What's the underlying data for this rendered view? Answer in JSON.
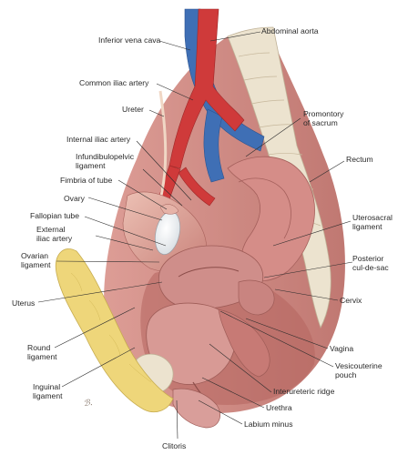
{
  "labels": {
    "inferior_vena_cava": "Inferior vena cava",
    "abdominal_aorta": "Abdominal aorta",
    "common_iliac_artery": "Common iliac artery",
    "ureter": "Ureter",
    "promontory_line1": "Promontory",
    "promontory_line2": "of sacrum",
    "internal_iliac_artery": "Internal iliac artery",
    "infundibulopelvic_line1": "Infundibulopelvic",
    "infundibulopelvic_line2": "ligament",
    "rectum": "Rectum",
    "fimbria_of_tube": "Fimbria of tube",
    "ovary": "Ovary",
    "fallopian_tube": "Fallopian tube",
    "external_iliac_line1": "External",
    "external_iliac_line2": "iliac artery",
    "uterosacral_line1": "Uterosacral",
    "uterosacral_line2": "ligament",
    "ovarian_line1": "Ovarian",
    "ovarian_line2": "ligament",
    "posterior_cds_line1": "Posterior",
    "posterior_cds_line2": "cul-de-sac",
    "uterus": "Uterus",
    "cervix": "Cervix",
    "vagina": "Vagina",
    "round_line1": "Round",
    "round_line2": "ligament",
    "vesicouterine_line1": "Vesicouterine",
    "vesicouterine_line2": "pouch",
    "inguinal_line1": "Inguinal",
    "inguinal_line2": "ligament",
    "interureteric_ridge": "Interureteric ridge",
    "urethra": "Urethra",
    "labium_minus": "Labium minus",
    "clitoris": "Clitoris"
  },
  "colors": {
    "vein": "#3f6fb5",
    "artery": "#cf3a3a",
    "tissue": "#e0a79a",
    "fat": "#eed67a",
    "bone": "#ece3cf",
    "uterus": "#cf8e8a"
  }
}
